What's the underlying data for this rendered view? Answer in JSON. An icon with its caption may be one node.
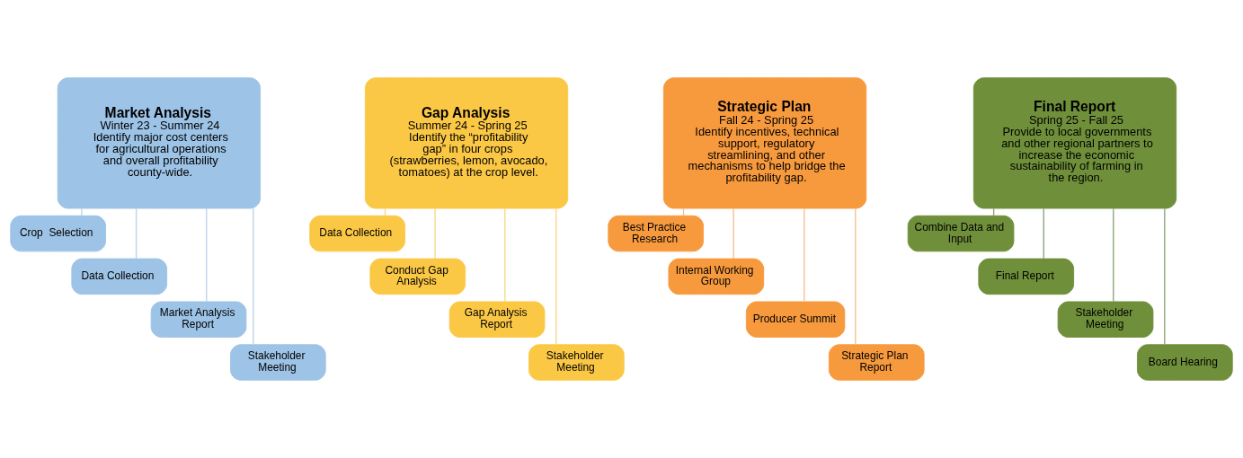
{
  "diagram": {
    "nodes": [
      {
        "text": [
          "Market Analysis",
          "Winter 23 - Summer 24",
          "Identify major cost centers for agricultural operations and overall profitability county-wide."
        ]
      },
      {
        "text": [
          "Crop  Selection"
        ]
      },
      {
        "text": [
          "Data Collection"
        ]
      },
      {
        "text": [
          "Market Analysis Report"
        ]
      },
      {
        "text": [
          "Stakeholder Meeting"
        ]
      },
      {
        "text": [
          "Gap Analysis",
          "Summer 24 - Spring 25",
          "Identify the “profitability gap” in four crops (strawberries, lemon, avocado, tomatoes) at the crop level."
        ]
      },
      {
        "text": [
          "Data Collection"
        ]
      },
      {
        "text": [
          "Conduct Gap Analysis"
        ]
      },
      {
        "text": [
          "Gap Analysis Report"
        ]
      },
      {
        "text": [
          "Stakeholder Meeting"
        ]
      },
      {
        "text": [
          "Strategic Plan",
          "Fall 24 - Spring 25",
          "Identify incentives, technical support, regulatory streamlining, and other mechanisms to help bridge the profitability gap."
        ]
      },
      {
        "text": [
          "Best Practice Research"
        ]
      },
      {
        "text": [
          "Internal Working Group"
        ]
      },
      {
        "text": [
          "Producer Summit"
        ]
      },
      {
        "text": [
          "Strategic Plan Report"
        ]
      },
      {
        "text": [
          "Final Report",
          "Spring 25 - Fall 25",
          "Provide to local governments and other regional partners to increase the economic sustainability of farming in the region."
        ]
      },
      {
        "text": [
          "Combine Data and Input"
        ]
      },
      {
        "text": [
          "Final Report"
        ]
      },
      {
        "text": [
          "Stakeholder Meeting"
        ]
      },
      {
        "text": [
          "Board Hearing"
        ]
      }
    ],
    "edges": [
      {
        "from": 0,
        "to": 1,
        "arrow": "none",
        "color": "#bcd4ea"
      },
      {
        "from": 0,
        "to": 2,
        "arrow": "none",
        "color": "#bcd4ea"
      },
      {
        "from": 0,
        "to": 3,
        "arrow": "none",
        "color": "#bcd4ea"
      },
      {
        "from": 0,
        "to": 4,
        "arrow": "none",
        "color": "#bcd4ea"
      },
      {
        "from": 5,
        "to": 6,
        "arrow": "none",
        "color": "#f7d98a"
      },
      {
        "from": 5,
        "to": 7,
        "arrow": "none",
        "color": "#f7d98a"
      },
      {
        "from": 5,
        "to": 8,
        "arrow": "none",
        "color": "#f7d98a"
      },
      {
        "from": 5,
        "to": 9,
        "arrow": "none",
        "color": "#f7d98a"
      },
      {
        "from": 10,
        "to": 11,
        "arrow": "none",
        "color": "#f6c08f"
      },
      {
        "from": 10,
        "to": 12,
        "arrow": "none",
        "color": "#f6c08f"
      },
      {
        "from": 10,
        "to": 13,
        "arrow": "none",
        "color": "#f6c08f"
      },
      {
        "from": 10,
        "to": 14,
        "arrow": "none",
        "color": "#f6c08f"
      },
      {
        "from": 15,
        "to": 16,
        "arrow": "none",
        "color": "#8fa67a"
      },
      {
        "from": 15,
        "to": 17,
        "arrow": "none",
        "color": "#8fa67a"
      },
      {
        "from": 15,
        "to": 18,
        "arrow": "none",
        "color": "#8fa67a"
      },
      {
        "from": 15,
        "to": 19,
        "arrow": "none",
        "color": "#8fa67a"
      }
    ]
  }
}
